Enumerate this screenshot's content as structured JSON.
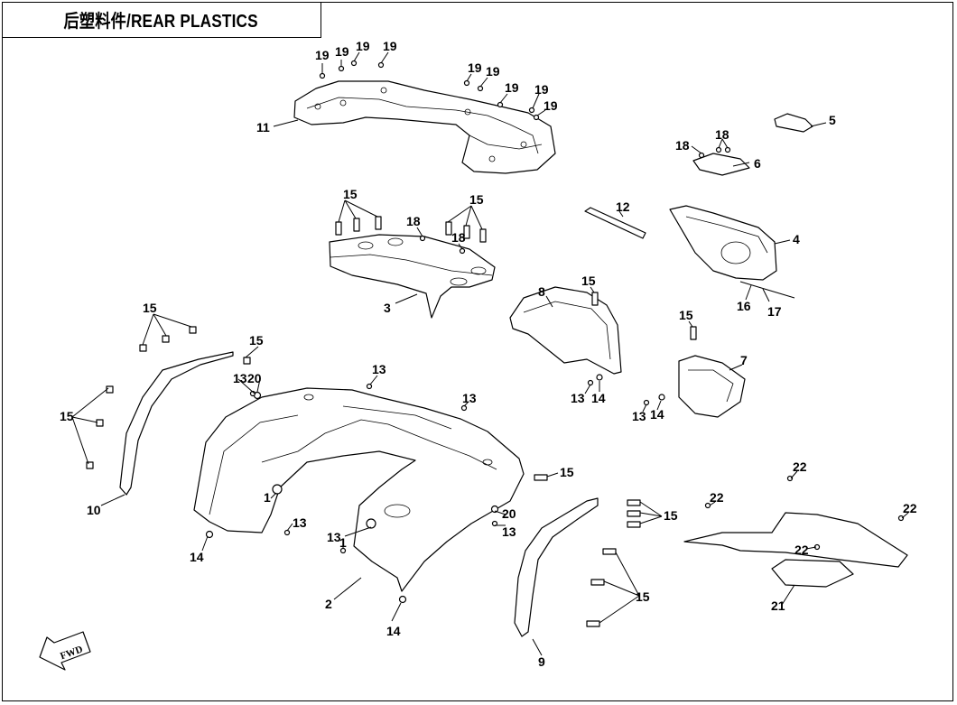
{
  "title": "后塑料件/REAR PLASTICS",
  "fwd_label": "FWD",
  "callouts": [
    "1",
    "2",
    "3",
    "4",
    "5",
    "6",
    "7",
    "8",
    "9",
    "10",
    "11",
    "12",
    "13",
    "14",
    "15",
    "16",
    "17",
    "18",
    "19",
    "20",
    "21",
    "22"
  ]
}
